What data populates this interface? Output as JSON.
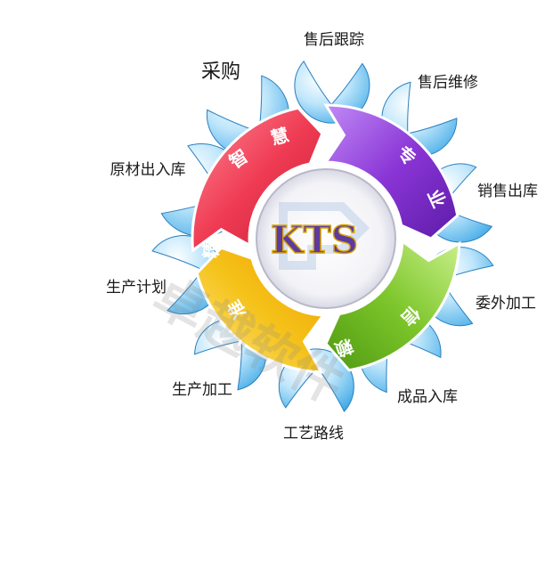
{
  "center": {
    "label": "KTS"
  },
  "segments": [
    {
      "id": "red",
      "chars": [
        "智",
        "慧"
      ],
      "color": "#ef3b53"
    },
    {
      "id": "purple",
      "chars": [
        "专",
        "业"
      ],
      "color": "#8a35d6"
    },
    {
      "id": "green",
      "chars": [
        "信",
        "赖"
      ],
      "color": "#7cc52a"
    },
    {
      "id": "yellow",
      "chars": [
        "精",
        "准"
      ],
      "color": "#f5c21a"
    }
  ],
  "bubbles": [
    {
      "label": "采购"
    },
    {
      "label": "售后跟踪"
    },
    {
      "label": "售后维修"
    },
    {
      "label": "原材出入库"
    },
    {
      "label": "销售出库"
    },
    {
      "label": "生产计划"
    },
    {
      "label": "委外加工"
    },
    {
      "label": "生产加工"
    },
    {
      "label": "成品入库"
    },
    {
      "label": "工艺路线"
    }
  ],
  "watermark": {
    "text": "卓越软件"
  },
  "colors": {
    "bubble_fill": "#4fb6ec",
    "bubble_stroke": "#2a7fc0",
    "kts_text": "#5c3aa0",
    "kts_stroke": "#d9a400"
  }
}
